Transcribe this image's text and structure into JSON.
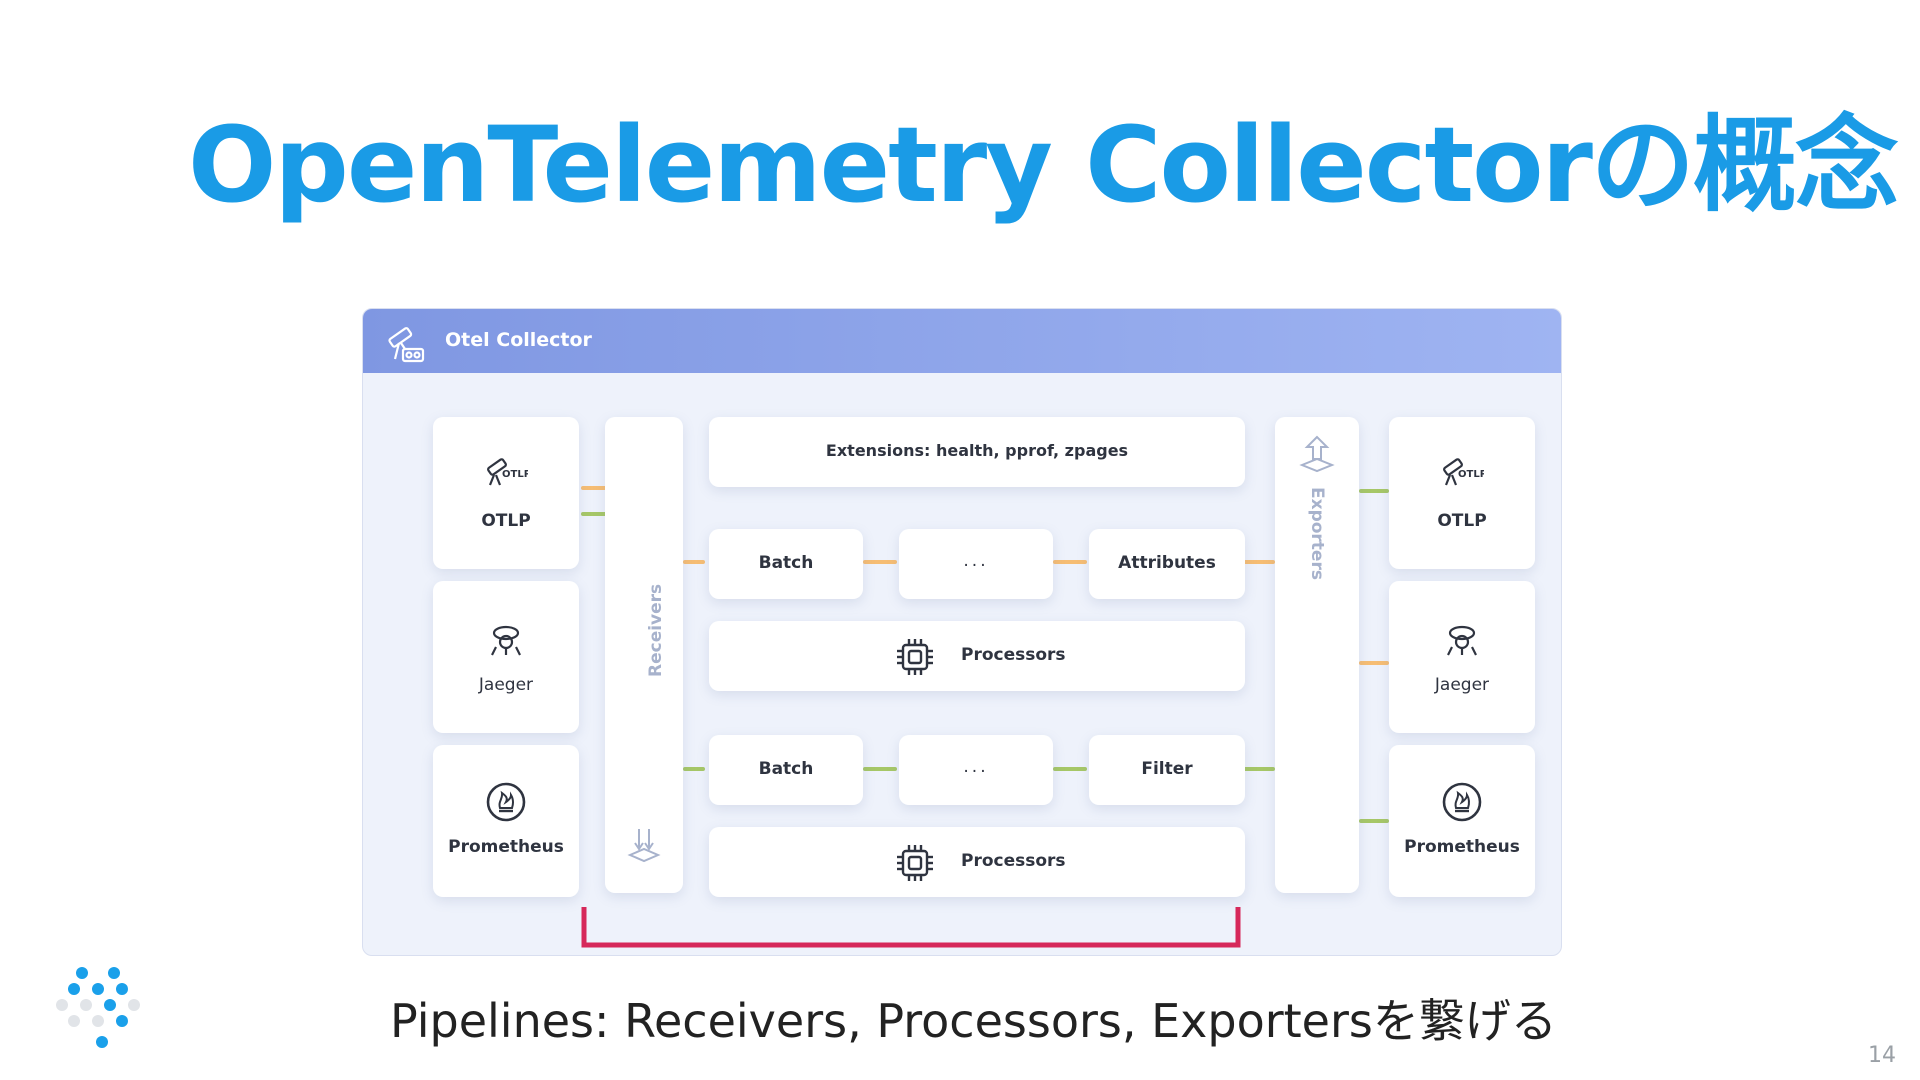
{
  "title": "OpenTelemetry Collectorの概念",
  "collector": {
    "title": "Otel Collector",
    "receivers": [
      "OTLP",
      "Jaeger",
      "Prometheus"
    ],
    "receivers_label": "Receivers",
    "extensions": "Extensions: health, pprof, zpages",
    "pipeline1": [
      "Batch",
      "...",
      "Attributes"
    ],
    "pipeline2": [
      "Batch",
      "...",
      "Filter"
    ],
    "processors_label": "Processors",
    "exporters_label": "Exporters",
    "exporters": [
      "OTLP",
      "Jaeger",
      "Prometheus"
    ]
  },
  "caption": "Pipelines: Receivers, Processors, Exportersを繋げる",
  "page_number": "14",
  "colors": {
    "title": "#1a9be6",
    "header": "#8ea4ea",
    "bracket": "#d6285a",
    "line_orange": "#f6bd73",
    "line_green": "#a6c767"
  },
  "icons": [
    "telescope-icon",
    "otlp-icon",
    "jaeger-icon",
    "prometheus-icon",
    "cpu-icon",
    "upload-icon",
    "download-icon"
  ]
}
